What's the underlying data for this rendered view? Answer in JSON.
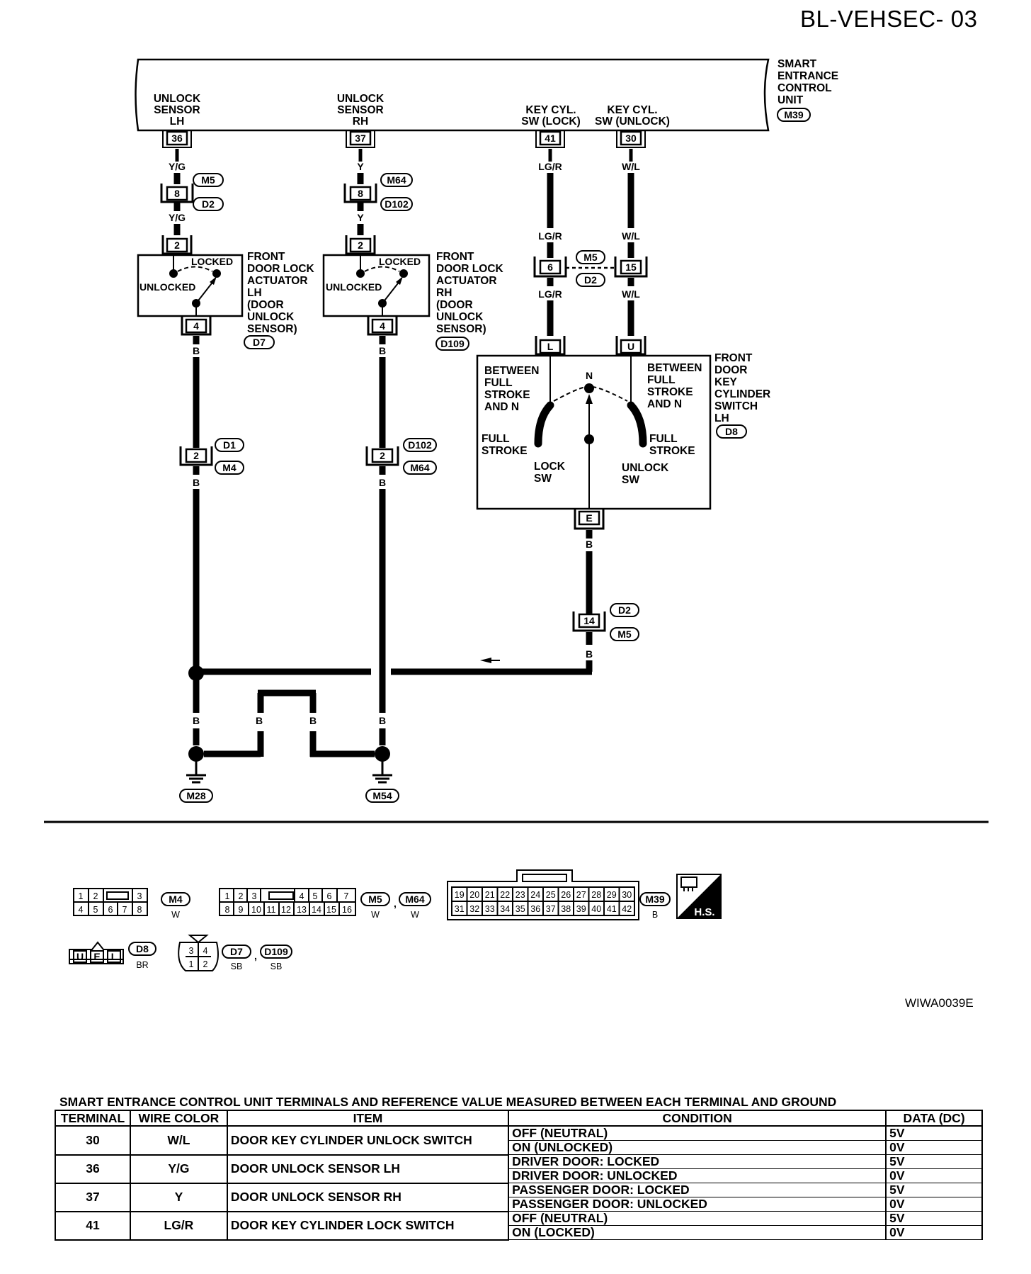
{
  "page_id": "BL-VEHSEC- 03",
  "figure_id": "WIWA0039E",
  "control_unit": {
    "name": [
      "SMART",
      "ENTRANCE",
      "CONTROL",
      "UNIT"
    ],
    "connector": "M39",
    "pins": [
      {
        "label": [
          "UNLOCK",
          "SENSOR",
          "LH"
        ],
        "pin": "36",
        "wire": "Y/G"
      },
      {
        "label": [
          "UNLOCK",
          "SENSOR",
          "RH"
        ],
        "pin": "37",
        "wire": "Y"
      },
      {
        "label": [
          "KEY CYL.",
          "SW (LOCK)"
        ],
        "pin": "41",
        "wire": "LG/R"
      },
      {
        "label": [
          "KEY CYL.",
          "SW (UNLOCK)"
        ],
        "pin": "30",
        "wire": "W/L"
      }
    ]
  },
  "junctions": {
    "lh_top": {
      "pin": "8",
      "conn_a": "M5",
      "conn_b": "D2",
      "wire_below": "Y/G"
    },
    "rh_top": {
      "pin": "8",
      "conn_a": "M64",
      "conn_b": "D102",
      "wire_below": "Y"
    },
    "keycyl": {
      "pin_a": "6",
      "pin_b": "15",
      "conn_a": "M5",
      "conn_b": "D2",
      "wire_a": "LG/R",
      "wire_b": "W/L"
    },
    "lh_mid": {
      "pin": "2",
      "conn_a": "D1",
      "conn_b": "M4"
    },
    "rh_mid": {
      "pin": "2",
      "conn_a": "D102",
      "conn_b": "M64"
    },
    "sw_ground": {
      "pin": "14",
      "conn_a": "D2",
      "conn_b": "M5"
    }
  },
  "actuator_lh": {
    "top_pin": "2",
    "bottom_pin": "4",
    "locked": "LOCKED",
    "unlocked": "UNLOCKED",
    "label": [
      "FRONT",
      "DOOR LOCK",
      "ACTUATOR",
      "LH",
      "(DOOR",
      "UNLOCK",
      "SENSOR)"
    ],
    "connector": "D7"
  },
  "actuator_rh": {
    "top_pin": "2",
    "bottom_pin": "4",
    "locked": "LOCKED",
    "unlocked": "UNLOCKED",
    "label": [
      "FRONT",
      "DOOR LOCK",
      "ACTUATOR",
      "RH",
      "(DOOR",
      "UNLOCK",
      "SENSOR)"
    ],
    "connector": "D109"
  },
  "key_switch": {
    "pin_l": "L",
    "pin_u": "U",
    "pin_e": "E",
    "left_text": [
      "BETWEEN",
      "FULL",
      "STROKE",
      "AND N"
    ],
    "right_text": [
      "BETWEEN",
      "FULL",
      "STROKE",
      "AND N"
    ],
    "neutral": "N",
    "full_left": [
      "FULL",
      "STROKE"
    ],
    "full_right": [
      "FULL",
      "STROKE"
    ],
    "lock_sw": [
      "LOCK",
      "SW"
    ],
    "unlock_sw": [
      "UNLOCK",
      "SW"
    ],
    "label": [
      "FRONT",
      "DOOR",
      "KEY",
      "CYLINDER",
      "SWITCH",
      "LH"
    ],
    "connector": "D8"
  },
  "ground_wire": "B",
  "grounds": [
    "M28",
    "M54"
  ],
  "connector_faces": {
    "m4": {
      "row1": [
        "1",
        "2",
        "3"
      ],
      "row2": [
        "4",
        "5",
        "6",
        "7",
        "8"
      ],
      "name": "M4",
      "color": "W"
    },
    "m5": {
      "row1": [
        "1",
        "2",
        "3",
        "4",
        "5",
        "6",
        "7"
      ],
      "row2": [
        "8",
        "9",
        "10",
        "11",
        "12",
        "13",
        "14",
        "15",
        "16"
      ],
      "names": [
        "M5",
        "M64"
      ],
      "sep": ",",
      "colors": [
        "W",
        "W"
      ]
    },
    "m39": {
      "row1": [
        "19",
        "20",
        "21",
        "22",
        "23",
        "24",
        "25",
        "26",
        "27",
        "28",
        "29",
        "30"
      ],
      "row2": [
        "31",
        "32",
        "33",
        "34",
        "35",
        "36",
        "37",
        "38",
        "39",
        "40",
        "41",
        "42"
      ],
      "name": "M39",
      "color": "B"
    },
    "hs": "H.S.",
    "d8": {
      "pins": [
        "U",
        "E",
        "L"
      ],
      "name": "D8",
      "color": "BR"
    },
    "d7": {
      "row1": [
        "3",
        "4"
      ],
      "row2": [
        "1",
        "2"
      ],
      "names": [
        "D7",
        "D109"
      ],
      "sep": ",",
      "colors": [
        "SB",
        "SB"
      ]
    }
  },
  "table": {
    "title": "SMART ENTRANCE CONTROL UNIT TERMINALS AND REFERENCE VALUE MEASURED BETWEEN EACH TERMINAL AND GROUND",
    "headers": [
      "TERMINAL",
      "WIRE COLOR",
      "ITEM",
      "CONDITION",
      "DATA (DC)"
    ],
    "rows": [
      {
        "terminal": "30",
        "wire": "W/L",
        "item": "DOOR KEY CYLINDER UNLOCK SWITCH",
        "conditions": [
          "OFF (NEUTRAL)",
          "ON (UNLOCKED)"
        ],
        "data": [
          "5V",
          "0V"
        ]
      },
      {
        "terminal": "36",
        "wire": "Y/G",
        "item": "DOOR UNLOCK SENSOR LH",
        "conditions": [
          "DRIVER DOOR: LOCKED",
          "DRIVER DOOR: UNLOCKED"
        ],
        "data": [
          "5V",
          "0V"
        ]
      },
      {
        "terminal": "37",
        "wire": "Y",
        "item": "DOOR UNLOCK SENSOR RH",
        "conditions": [
          "PASSENGER DOOR: LOCKED",
          "PASSENGER DOOR: UNLOCKED"
        ],
        "data": [
          "5V",
          "0V"
        ]
      },
      {
        "terminal": "41",
        "wire": "LG/R",
        "item": "DOOR KEY CYLINDER LOCK SWITCH",
        "conditions": [
          "OFF (NEUTRAL)",
          "ON (LOCKED)"
        ],
        "data": [
          "5V",
          "0V"
        ]
      }
    ]
  }
}
